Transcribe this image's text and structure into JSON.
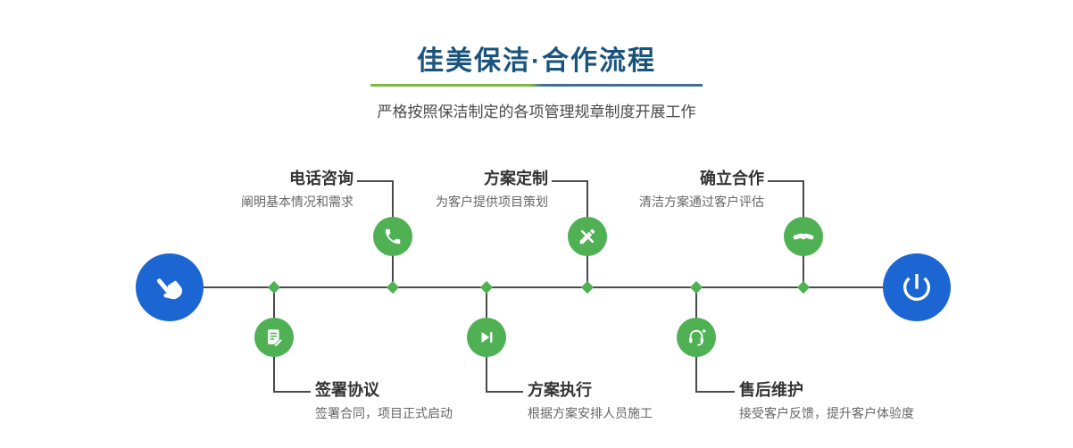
{
  "header": {
    "title": "佳美保洁·合作流程",
    "subtitle": "严格按照保洁制定的各项管理规章制度开展工作"
  },
  "colors": {
    "green": "#4fb154",
    "blue": "#1b66d2",
    "line": "#4a4a4a",
    "title": "#1a537c",
    "underline-green": "#7db843",
    "underline-blue": "#3c6e96",
    "step-title": "#333333",
    "step-desc": "#666666"
  },
  "timeline": {
    "start": {
      "icon": "hand-pointer-icon"
    },
    "end": {
      "icon": "power-icon"
    },
    "steps_top": [
      {
        "title": "电话咨询",
        "desc": "阐明基本情况和需求",
        "icon": "phone-icon"
      },
      {
        "title": "方案定制",
        "desc": "为客户提供项目策划",
        "icon": "design-tools-icon"
      },
      {
        "title": "确立合作",
        "desc": "清洁方案通过客户评估",
        "icon": "handshake-icon"
      }
    ],
    "steps_bottom": [
      {
        "title": "签署协议",
        "desc": "签署合同，项目正式启动",
        "icon": "contract-icon"
      },
      {
        "title": "方案执行",
        "desc": "根据方案安排人员施工",
        "icon": "play-icon"
      },
      {
        "title": "售后维护",
        "desc": "接受客户反馈，提升客户体验度",
        "icon": "headset-icon"
      }
    ]
  }
}
